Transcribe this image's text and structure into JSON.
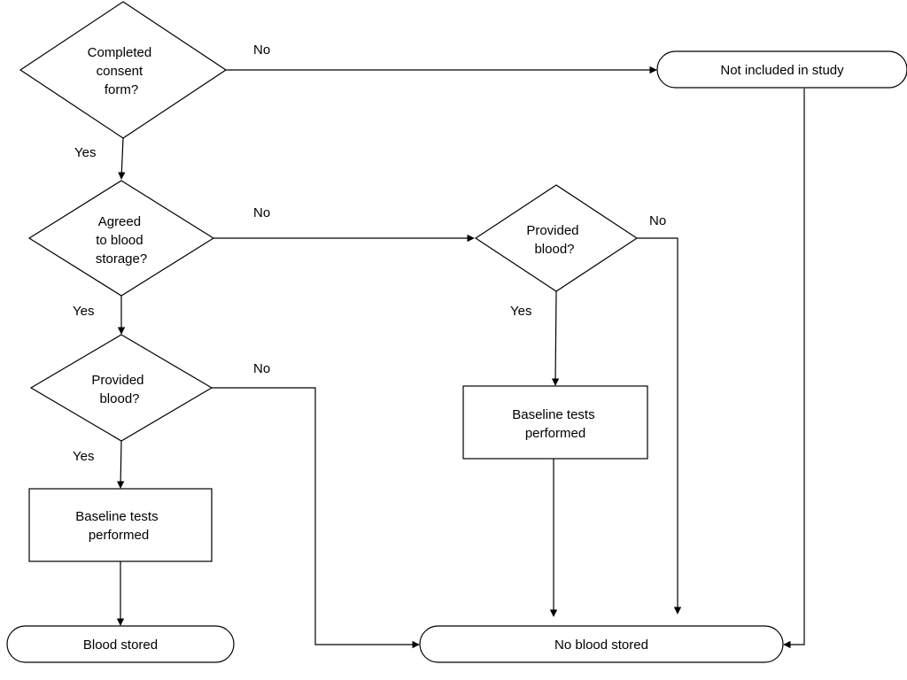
{
  "nodes": {
    "consent": [
      "Completed",
      "consent",
      "form?"
    ],
    "storage": [
      "Agreed",
      "to blood",
      "storage?"
    ],
    "provided_left": [
      "Provided",
      "blood?"
    ],
    "provided_right": [
      "Provided",
      "blood?"
    ],
    "baseline_left": [
      "Baseline tests",
      "performed"
    ],
    "baseline_right": [
      "Baseline tests",
      "performed"
    ],
    "not_included": [
      "Not included in study"
    ],
    "blood_stored": [
      "Blood stored"
    ],
    "no_blood_stored": [
      "No blood stored"
    ]
  },
  "edges": {
    "consent_no": "No",
    "consent_yes": "Yes",
    "storage_no": "No",
    "storage_yes": "Yes",
    "provided_left_no": "No",
    "provided_left_yes": "Yes",
    "provided_right_no": "No",
    "provided_right_yes": "Yes"
  }
}
